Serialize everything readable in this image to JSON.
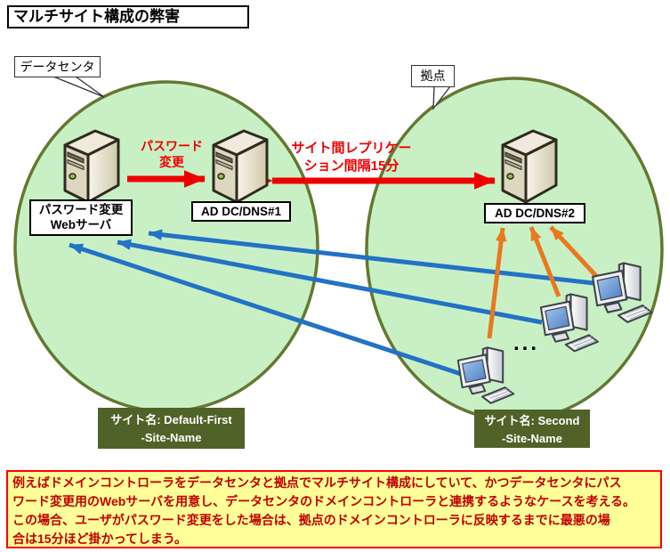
{
  "header": {
    "title": "マルチサイト構成の弊害"
  },
  "callouts": {
    "datacenter": "データセンタ",
    "branch": "拠点"
  },
  "left_site": {
    "web_server_label_line1": "パスワード変更",
    "web_server_label_line2": "Webサーバ",
    "dc_label": "AD DC/DNS#1",
    "site_bar_line1": "サイト名: Default-First",
    "site_bar_line2": "-Site-Name"
  },
  "right_site": {
    "dc_label": "AD DC/DNS#2",
    "site_bar_line1": "サイト名: Second",
    "site_bar_line2": "-Site-Name",
    "ellipsis": "..."
  },
  "arrow_labels": {
    "password_line1": "パスワード",
    "password_line2": "変更",
    "replication_line1": "サイト間レプリケー",
    "replication_line2": "ション間隔15分"
  },
  "note": {
    "lines": [
      "例えばドメインコントローラをデータセンタと拠点でマルチサイト構成にしていて、かつデータセンタにパス",
      "ワード変更用のWebサーバを用意し、データセンタのドメインコントローラと連携するようなケースを考える。",
      "この場合、ユーザがパスワード変更をした場合は、拠点のドメインコントローラに反映するまでに最悪の場",
      "合は15分ほど掛かってしまう。"
    ]
  },
  "colors": {
    "ellipse_fill": "#C9F0C5",
    "ellipse_border": "#647832",
    "site_bar_bg": "#4F6228",
    "arrow_red": "#EE0000",
    "arrow_blue": "#2272C5",
    "arrow_orange": "#E8791E",
    "note_bg": "#FFFF99",
    "note_border": "#FF0000",
    "note_text": "#C00000"
  }
}
